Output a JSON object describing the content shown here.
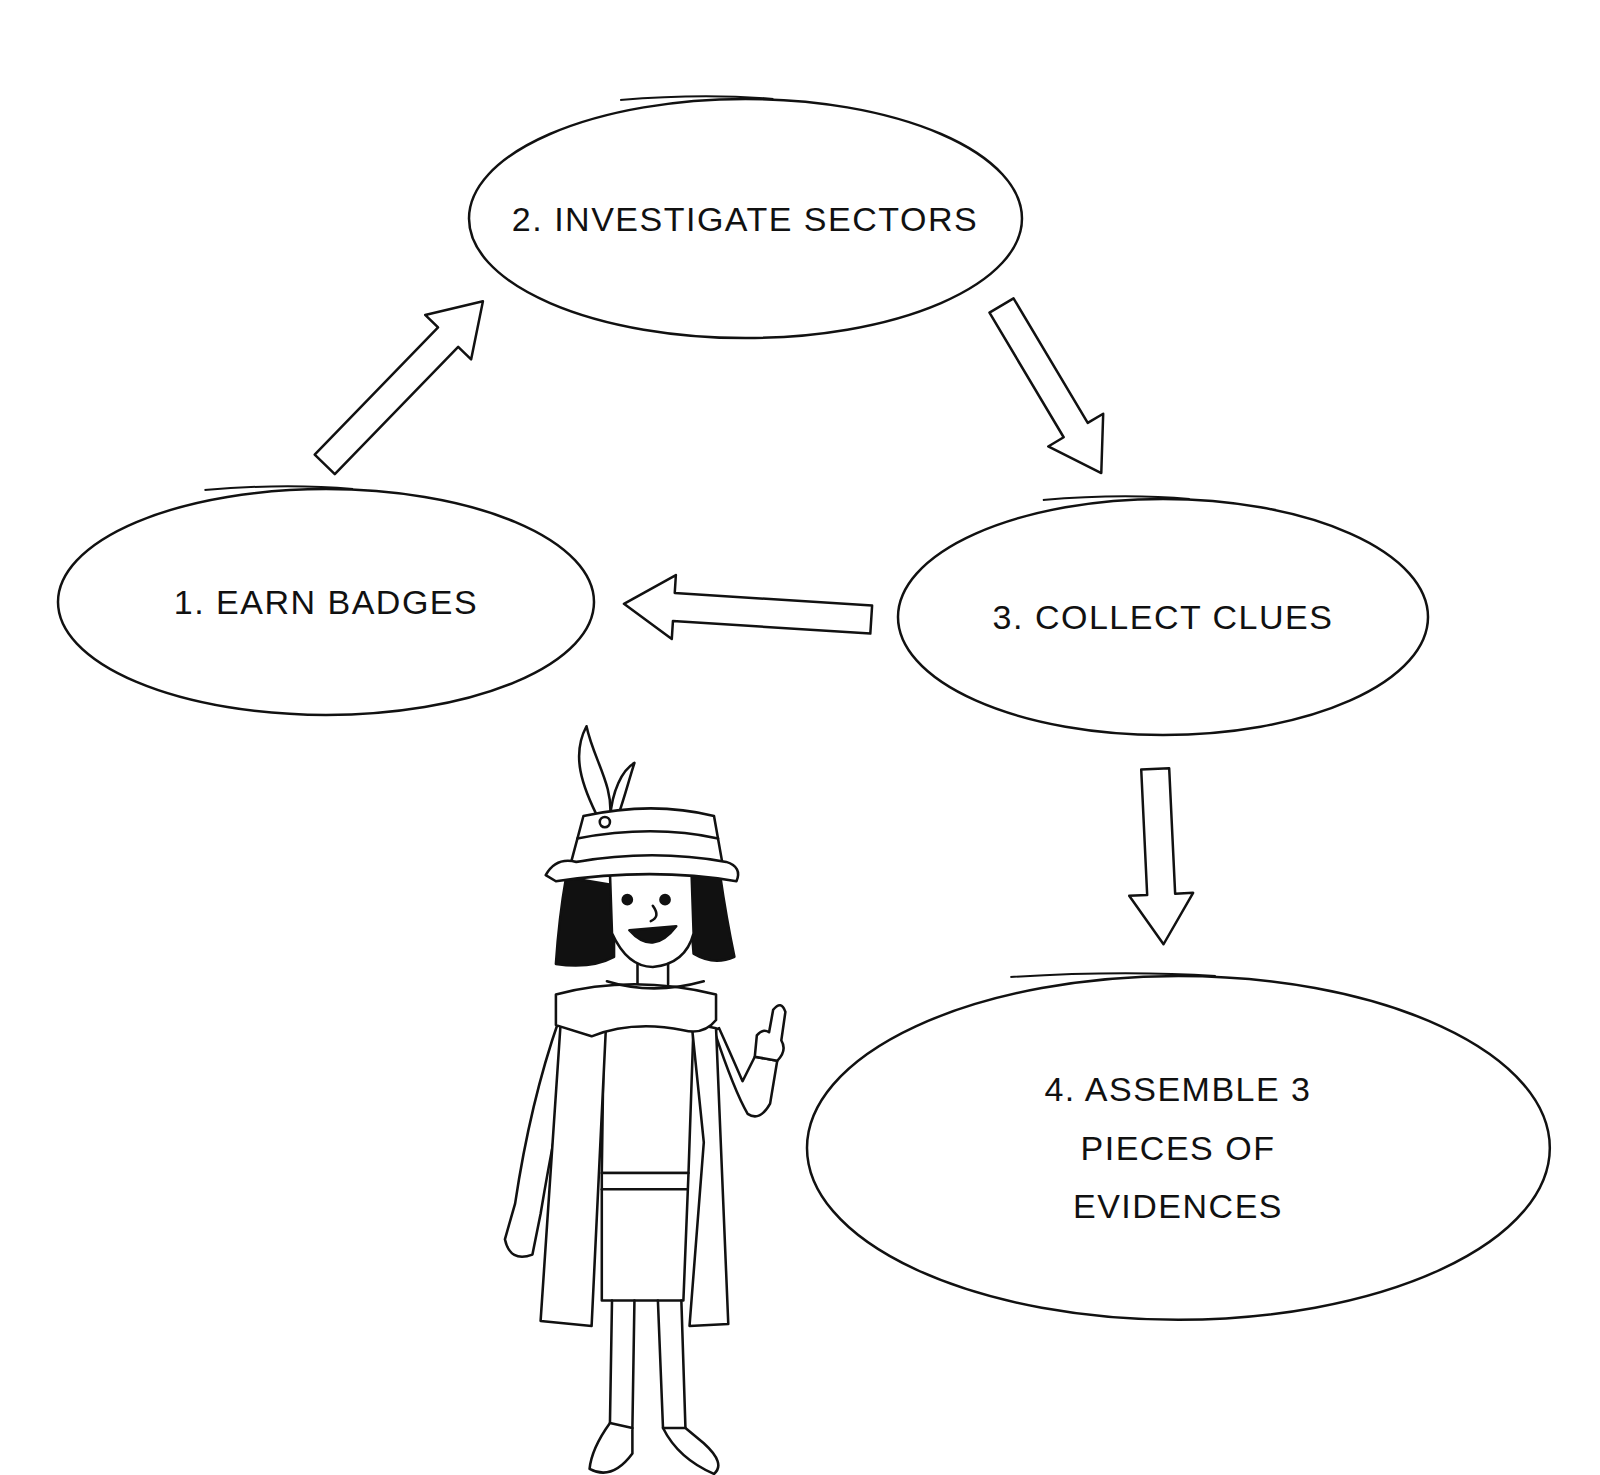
{
  "diagram": {
    "nodes": [
      {
        "text": [
          "1. EARN BADGES"
        ]
      },
      {
        "text": [
          "2. INVESTIGATE SECTORS"
        ]
      },
      {
        "text": [
          "3. COLLECT CLUES"
        ]
      },
      {
        "text": [
          "4. ASSEMBLE 3 PIECES OF EVIDENCES"
        ]
      }
    ],
    "edges": [
      {
        "from": 0,
        "to": 1,
        "arrow": "to"
      },
      {
        "from": 1,
        "to": 2,
        "arrow": "to"
      },
      {
        "from": 2,
        "to": 0,
        "arrow": "to"
      },
      {
        "from": 2,
        "to": 3,
        "arrow": "to"
      }
    ]
  }
}
